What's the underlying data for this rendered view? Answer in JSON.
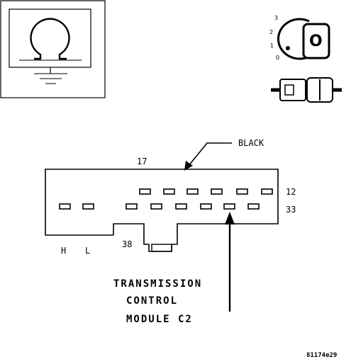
{
  "connector": {
    "color_label": "BLACK",
    "pin_top_left": "17",
    "pin_row1_end": "12",
    "pin_row2_end": "33",
    "pin_bottom_left": "38",
    "label_h": "H",
    "label_l": "L"
  },
  "callout": {
    "line1": "TRANSMISSION",
    "line2": "CONTROL",
    "line3": "MODULE C2"
  },
  "ignition": {
    "pos_3": "3",
    "pos_2": "2",
    "pos_1": "1",
    "pos_0": "0",
    "key_glyph": "O"
  },
  "figure_code": "81174e29",
  "icons": {
    "ohmmeter": "ohmmeter-icon",
    "ignition": "ignition-key-icon",
    "connector_unplug": "connector-disconnect-icon"
  }
}
